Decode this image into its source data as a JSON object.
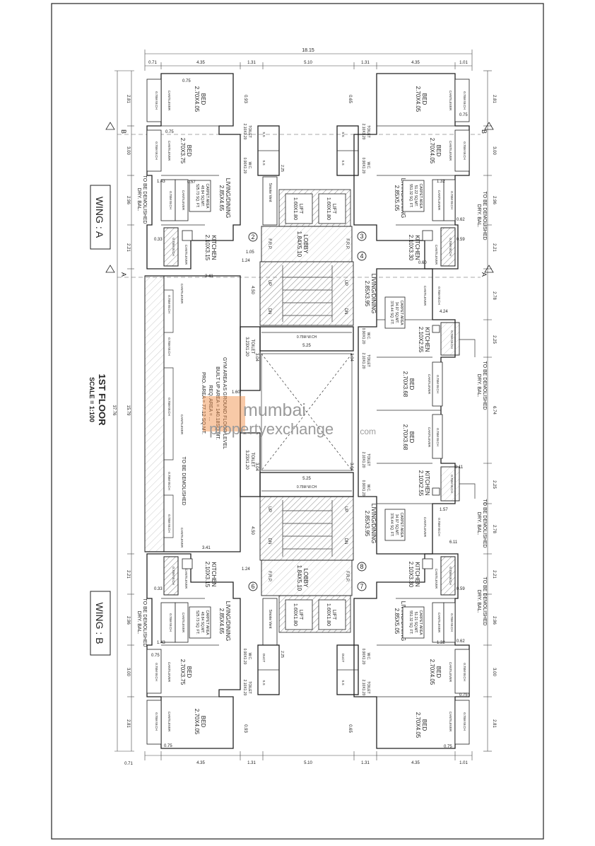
{
  "title": {
    "floor": "1ST FLOOR",
    "scale": "SCALE = 1:100"
  },
  "wings": {
    "a": "WING : A",
    "b": "WING : B"
  },
  "grid_labels": {
    "a": "A",
    "b": "B"
  },
  "top_dims": {
    "total": "18.15",
    "segments": [
      "0.71",
      "4.35",
      "1.31",
      "5.10",
      "1.31",
      "4.35",
      "1.01"
    ]
  },
  "bottom_dims": {
    "segments": [
      "0.71",
      "4.35",
      "1.31",
      "5.10",
      "1.31",
      "4.35",
      "1.01"
    ]
  },
  "left_dims": [
    "2.81",
    "3.00",
    "2.96",
    "2.21",
    "15.79",
    "37.76",
    "2.21",
    "2.96",
    "3.00",
    "2.81"
  ],
  "right_dims": [
    "2.81",
    "3.00",
    "2.96",
    "2.21",
    "2.78",
    "2.25",
    "6.74",
    "2.25",
    "2.78",
    "2.21",
    "2.96",
    "3.00",
    "2.81"
  ],
  "rooms": {
    "bed_a1": {
      "name": "BED",
      "size": "2.70X4.05"
    },
    "bed_a2": {
      "name": "BED",
      "size": "2.70X3.75"
    },
    "living_a2": {
      "name": "LIVING/DINING",
      "size": "2.85X4.65"
    },
    "kitchen_a2": {
      "name": "KITCHEN",
      "size": "2.10X3.15"
    },
    "bed_a3": {
      "name": "BED",
      "size": "2.70X4.05"
    },
    "bed_a4": {
      "name": "BED",
      "size": "2.70X4.05"
    },
    "living_a3": {
      "name": "LIVING/DINING",
      "size": "2.85X5.05"
    },
    "kitchen_a3": {
      "name": "KITCHEN",
      "size": "2.10X3.30"
    },
    "lobby_a": {
      "name": "LOBBY",
      "size": "1.84X5.10"
    },
    "lift_a1": {
      "name": "LIFT",
      "size": "1.60X1.80"
    },
    "lift_a2": {
      "name": "LIFT",
      "size": "1.60X1.80"
    },
    "living_4": {
      "name": "LIVING/DINING",
      "size": "2.85X3.95"
    },
    "kitchen_4": {
      "name": "KITCHEN",
      "size": "2.10X2.55"
    },
    "bed_4": {
      "name": "BED",
      "size": "2.70X3.68"
    },
    "bed_5": {
      "name": "BED",
      "size": "2.70X3.68"
    },
    "kitchen_5": {
      "name": "KITCHEN",
      "size": "2.10X2.55"
    },
    "living_5": {
      "name": "LIVING/DINING",
      "size": "2.85X3.95"
    },
    "toilet_c1": {
      "name": "TOILET",
      "size": "3.23X1.20"
    },
    "toilet_c2": {
      "name": "TOILET",
      "size": "3.23X1.20"
    },
    "bed_b1": {
      "name": "BED",
      "size": "2.70X4.05"
    },
    "bed_b2": {
      "name": "BED",
      "size": "2.70X3.75"
    },
    "living_b2": {
      "name": "LIVING/DINING",
      "size": "2.85X4.65"
    },
    "kitchen_b2": {
      "name": "KITCHEN",
      "size": "2.10X3.15"
    },
    "bed_b3": {
      "name": "BED",
      "size": "2.70X4.05"
    },
    "living_b3": {
      "name": "LIVING/DINING",
      "size": "2.85X5.05"
    },
    "kitchen_b3": {
      "name": "KITCHEN",
      "size": "2.10X3.30"
    },
    "lobby_b": {
      "name": "LOBBY",
      "size": "1.84X5.10"
    },
    "lift_b1": {
      "name": "LIFT",
      "size": "1.60X1.80"
    },
    "lift_b2": {
      "name": "LIFT",
      "size": "1.60X1.80"
    }
  },
  "carpet": {
    "a2": [
      "CARPET AREA",
      "48.84 SQ.MT.",
      "525.73 SQ. FT."
    ],
    "a3": [
      "CARPET AREA",
      "51.22 SQ.MT.",
      "551.32 SQ. FT."
    ],
    "u4": [
      "CARPET AREA",
      "34.97 SQ.MT.",
      "376.44 SQ. FT."
    ],
    "u5": [
      "CARPET AREA",
      "34.97 SQ.MT.",
      "376.44 SQ. FT."
    ],
    "b2": [
      "CARPET AREA",
      "48.84 SQ.MT.",
      "525.73 SQ. FT."
    ],
    "b3": [
      "CARPET AREA",
      "51.21 SQ.MT.",
      "551.32 SQ. FT."
    ]
  },
  "gym": [
    "GYM AREA AS GROUND FLOOR LEVEL",
    "BUILT UP AREA = 140.18SQ.MT.",
    "REQ. AREA = ...",
    "PRO. AREA = 77.12 SQ.MT."
  ],
  "labels": {
    "cantilever": "CANTILEVER",
    "wch": "0.75M W.CH",
    "toilet_small": "TOILET",
    "toilet_small_size": "2.10X1.20",
    "wc": "W.C.",
    "wc_size": "0.90X1.20",
    "ss": "S.S",
    "duct": "DUCT",
    "smoke_vent": "Smoke Vent",
    "frp": "F.R.P.",
    "up": "UP",
    "dn": "DN",
    "demolish": "TO BE DEMOLISHED",
    "dry_bal": "DRY. BAL."
  },
  "unit_numbers": [
    "2",
    "3",
    "4",
    "6",
    "7",
    "8"
  ],
  "misc_dims": [
    "0.75",
    "1.43",
    "0.57",
    "0.33",
    "1.05",
    "1.24",
    "3.41",
    "4.50",
    "5.25",
    "3.04",
    "1.32",
    "0.62",
    "0.59",
    "0.60",
    "0.93",
    "0.65",
    "2.33",
    "2.25",
    "4.24",
    "6.11",
    "1.20",
    "1.19",
    "0.11",
    "1.60",
    "1.57",
    "0.80"
  ],
  "watermark": {
    "line1": "mumbai",
    "line2": "propertyexchange",
    "suffix": ".com"
  },
  "colors": {
    "watermark_grey": "#8a8a8a",
    "watermark_orange": "#e8732a",
    "line": "#222222"
  }
}
